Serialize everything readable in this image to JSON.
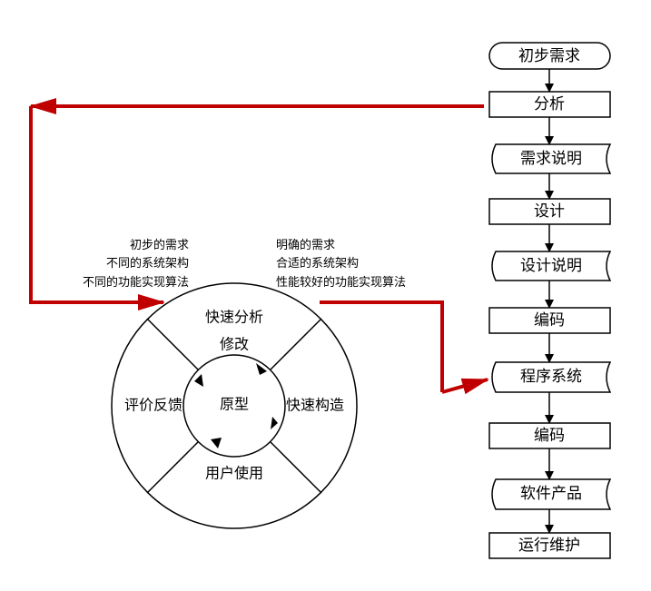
{
  "flow_steps": {
    "requirements_initial": "初步需求",
    "analysis": "分析",
    "requirements_spec": "需求说明",
    "design": "设计",
    "design_spec": "设计说明",
    "coding_1": "编码",
    "program_system": "程序系统",
    "coding_2": "编码",
    "software_product": "软件产品",
    "operation_maintenance": "运行维护"
  },
  "prototype_cycle": {
    "center": "原型",
    "top_line1": "快速分析",
    "top_line2": "修改",
    "right": "快速构造",
    "bottom": "用户使用",
    "left": "评价反馈"
  },
  "input_notes": {
    "line1": "初步的需求",
    "line2": "不同的系统架构",
    "line3": "不同的功能实现算法"
  },
  "output_notes": {
    "line1": "明确的需求",
    "line2": "合适的系统架构",
    "line3": "性能较好的功能实现算法"
  },
  "colors": {
    "feedback_arrow": "#c00000",
    "line": "#000000"
  }
}
